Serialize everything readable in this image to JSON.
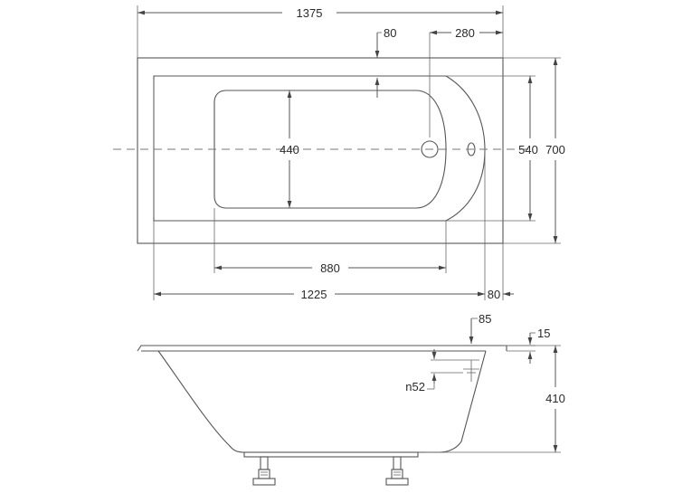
{
  "dimensions": {
    "overall_length": "1375",
    "drain_offset": "80",
    "drain_from_end": "280",
    "inner_width_outer": "540",
    "overall_width": "700",
    "bottom_width": "440",
    "bottom_length": "880",
    "inner_length": "1225",
    "end_wall": "80",
    "overflow_offset": "85",
    "rim_thickness": "15",
    "drain_diameter": "n52",
    "height": "410"
  },
  "colors": {
    "line": "#555555",
    "text": "#2a2a2a",
    "background": "#ffffff"
  }
}
